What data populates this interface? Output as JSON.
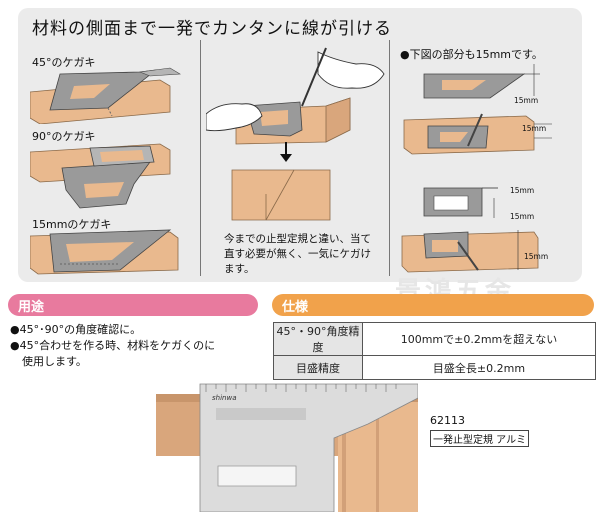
{
  "headline": "材料の側面まで一発でカンタンに線が引ける",
  "captions": {
    "c45": "45°のケガキ",
    "c90": "90°のケガキ",
    "c15": "15mmのケガキ"
  },
  "center_note": "今までの止型定規と違い、当て直す必要が無く、一気にケガけます。",
  "right_note": "●下図の部分も15mmです。",
  "dims": {
    "d1": "15mm",
    "d2": "15mm",
    "d3": "15mm",
    "d4": "15mm",
    "d5": "15mm"
  },
  "usage": {
    "title": "用途",
    "items": [
      "●45°･90°の角度確認に。",
      "●45°合わせを作る時、材料をケガくのに",
      "使用します。"
    ]
  },
  "spec": {
    "title": "仕様",
    "rows": [
      {
        "label": "45°・90°角度精度",
        "value": "100mmで±0.2mmを超えない"
      },
      {
        "label": "目盛精度",
        "value": "目盛全長±0.2mm"
      }
    ]
  },
  "watermark": "景鴻五金",
  "product": {
    "brand": "shinwa",
    "model": "62113",
    "description": "一発止型定規 アルミ"
  },
  "colors": {
    "wood": "#e9b98e",
    "wood_dark": "#c8956b",
    "steel": "#a9a9a9",
    "usage_pill": "#e87a9e",
    "spec_pill": "#f1a24b"
  }
}
